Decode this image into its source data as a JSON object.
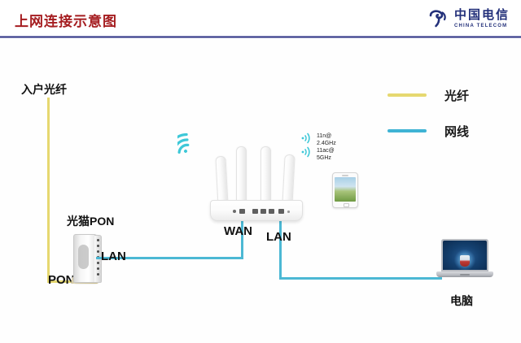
{
  "header": {
    "title": "上网连接示意图",
    "title_color": "#a51d20",
    "rule_color": "#2b2f7a",
    "logo": {
      "name_cn": "中国电信",
      "name_en": "CHINA TELECOM",
      "color": "#23307a",
      "mark_icon": "china-telecom-logo-icon"
    }
  },
  "legend": {
    "items": [
      {
        "label": "光纤",
        "color": "#e6d870",
        "icon": "line-swatch-icon"
      },
      {
        "label": "网线",
        "color": "#3fb3d4",
        "icon": "line-swatch-icon"
      }
    ]
  },
  "diagram": {
    "labels": {
      "incoming_fiber": "入户光纤",
      "onu_title": "光猫PON",
      "onu_pon_port": "PON",
      "onu_lan_port": "LAN",
      "router_wan_port": "WAN",
      "router_lan_port": "LAN",
      "computer": "电脑"
    },
    "wifi_spec": {
      "line1": "11n@",
      "line2": "2.4GHz",
      "line3": "11ac@",
      "line4": "5GHz"
    },
    "icons": {
      "wifi_large": "wifi-signal-icon",
      "wifi_small": "wifi-signal-icon",
      "onu": "optical-modem-icon",
      "router": "wireless-router-icon",
      "phone": "smartphone-icon",
      "laptop": "laptop-computer-icon"
    },
    "colors": {
      "fiber_cable": "#e6d870",
      "ethernet_cable": "#4cb8d4",
      "wifi": "#3ec8d8"
    }
  }
}
